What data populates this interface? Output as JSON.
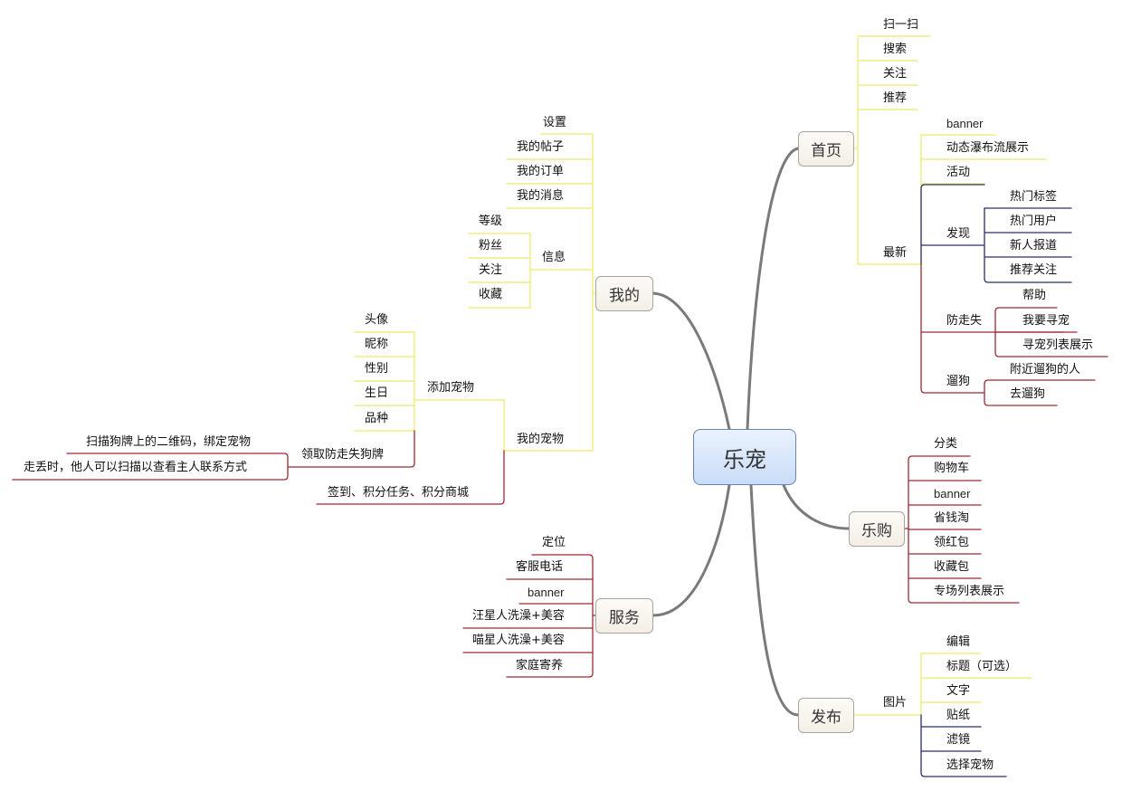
{
  "central": {
    "label": "乐宠"
  },
  "colors": {
    "yellow": "#f0ee80",
    "navy": "#2b2f6a",
    "red": "#9c2a34",
    "trunk": "#7a7a7a"
  },
  "branches": {
    "home": {
      "label": "首页",
      "items": [
        "扫一扫",
        "搜索",
        "关注",
        "推荐"
      ],
      "latest": {
        "label": "最新",
        "items": [
          "banner",
          "动态瀑布流展示",
          "活动"
        ],
        "discover": {
          "label": "发现",
          "items": [
            "热门标签",
            "热门用户",
            "新人报道",
            "推荐关注"
          ]
        },
        "antiloss": {
          "label": "防走失",
          "items": [
            "帮助",
            "我要寻宠",
            "寻宠列表展示"
          ]
        },
        "walkdog": {
          "label": "遛狗",
          "items": [
            "附近遛狗的人",
            "去遛狗"
          ]
        }
      }
    },
    "mine": {
      "label": "我的",
      "items": [
        "设置",
        "我的帖子",
        "我的订单",
        "我的消息"
      ],
      "info": {
        "label": "信息",
        "items": [
          "等级",
          "粉丝",
          "关注",
          "收藏"
        ]
      },
      "pets": {
        "label": "我的宠物",
        "add": {
          "label": "添加宠物",
          "items": [
            "头像",
            "昵称",
            "性别",
            "生日",
            "品种"
          ]
        },
        "tag": {
          "label": "领取防走失狗牌",
          "items": [
            "扫描狗牌上的二维码，绑定宠物",
            "走丢时，他人可以扫描以查看主人联系方式"
          ]
        },
        "points": "签到、积分任务、积分商城"
      }
    },
    "shop": {
      "label": "乐购",
      "items": [
        "分类",
        "购物车",
        "banner",
        "省钱淘",
        "领红包",
        "收藏包",
        "专场列表展示"
      ]
    },
    "service": {
      "label": "服务",
      "items": [
        "定位",
        "客服电话",
        "banner",
        "汪星人洗澡+美容",
        "喵星人洗澡+美容",
        "家庭寄养"
      ]
    },
    "publish": {
      "label": "发布",
      "image": {
        "label": "图片",
        "items": [
          "编辑",
          "标题（可选）",
          "文字",
          "贴纸",
          "滤镜",
          "选择宠物"
        ]
      }
    }
  }
}
